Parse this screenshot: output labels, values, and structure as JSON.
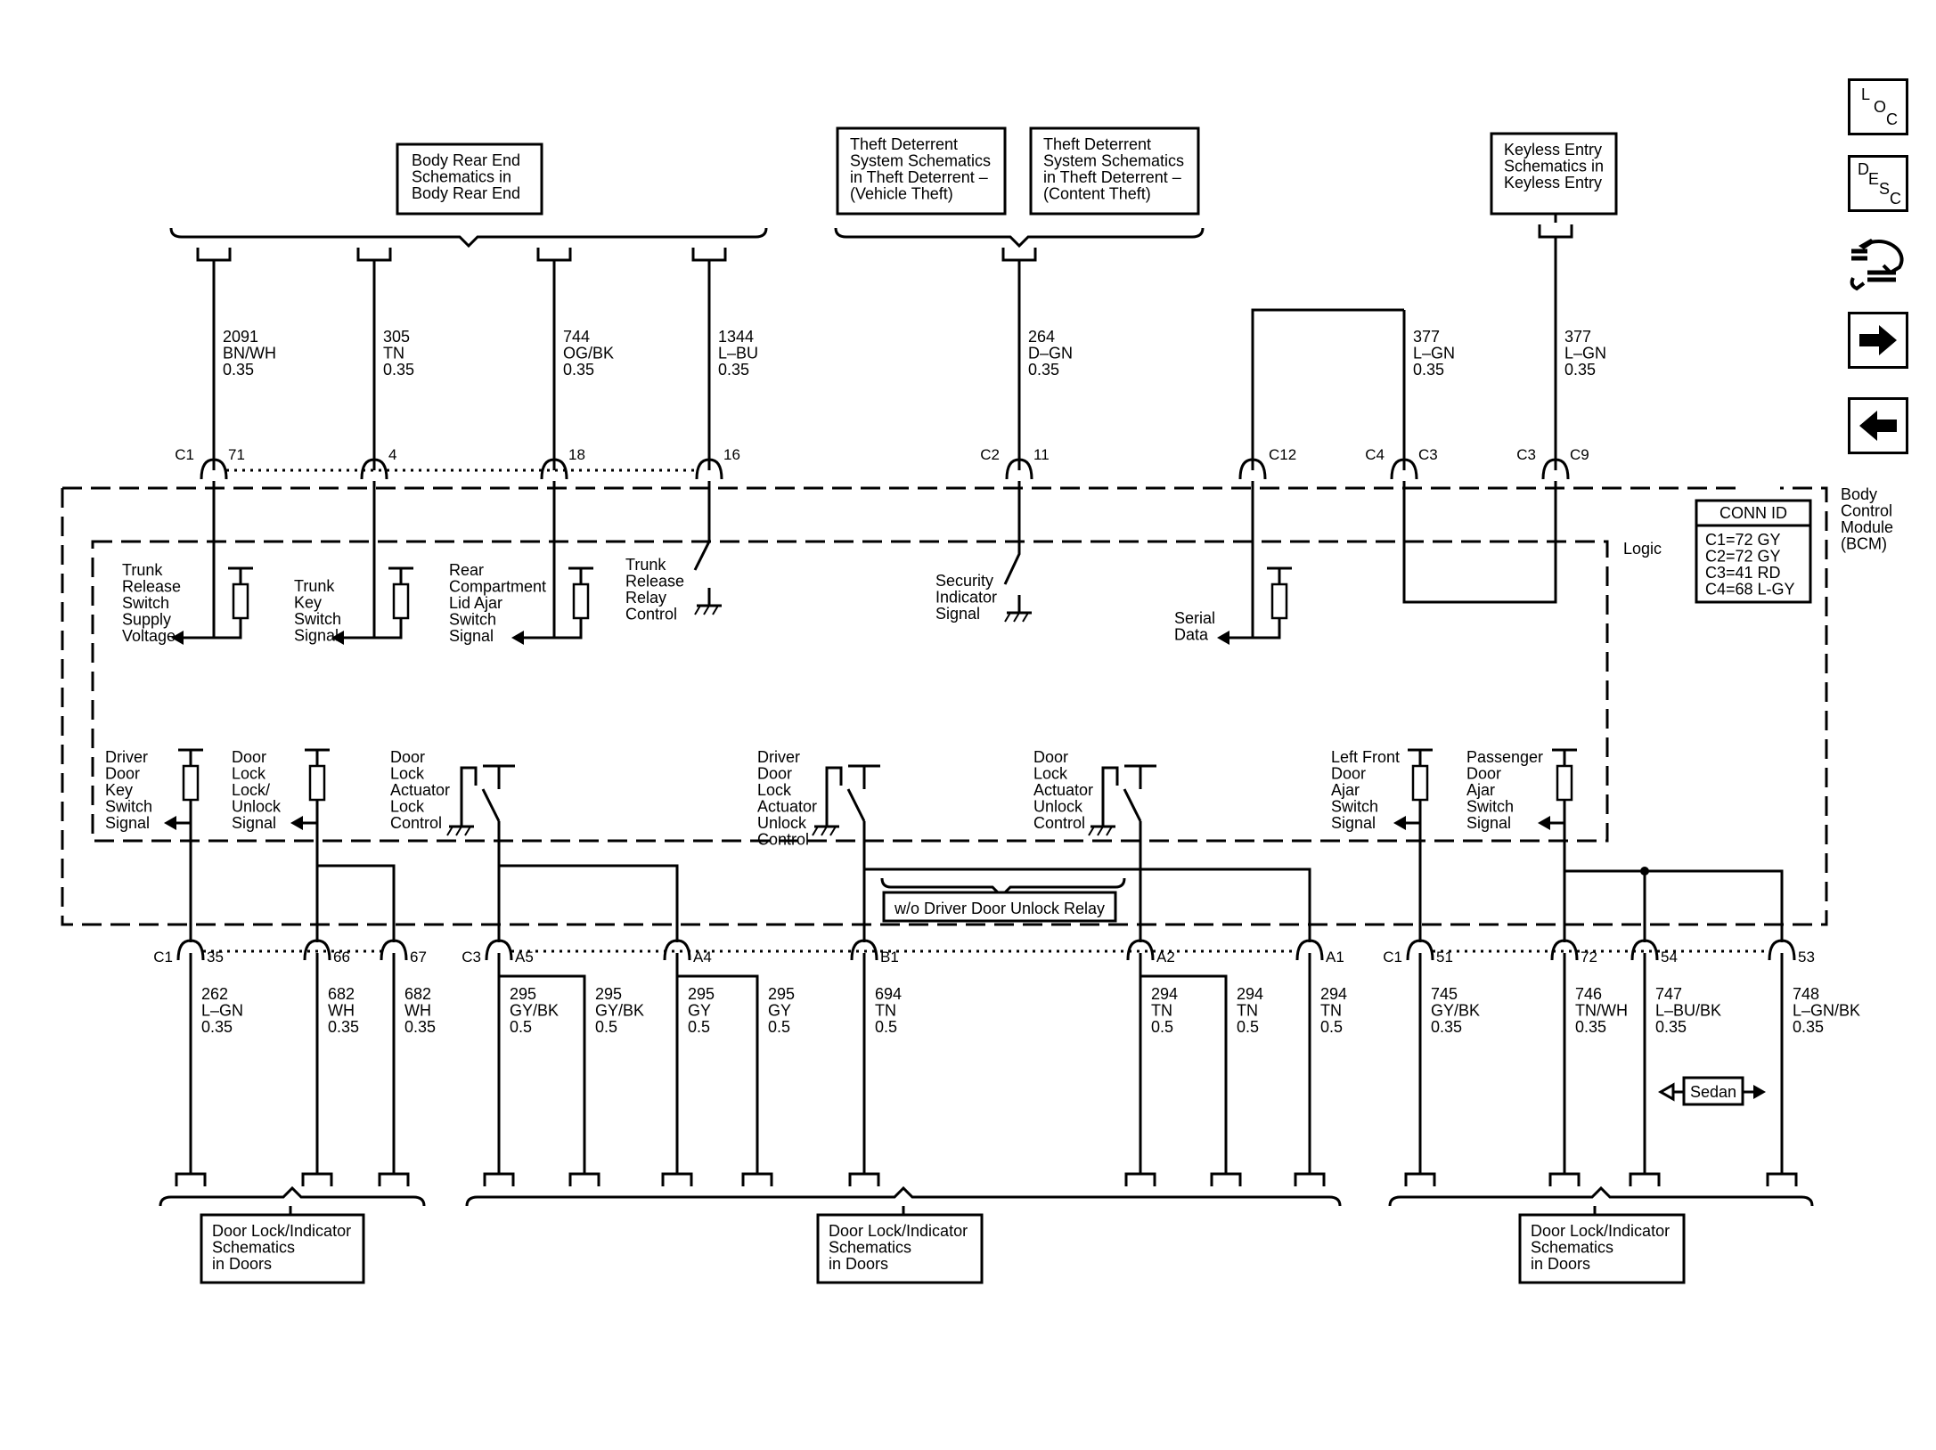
{
  "module": {
    "name": [
      "Body",
      "Control",
      "Module",
      "(BCM)"
    ],
    "logic_label": "Logic",
    "conn_id": {
      "title": "CONN ID",
      "lines": [
        "C1=72 GY",
        "C2=72 GY",
        "C3=41 RD",
        "C4=68 L-GY"
      ]
    }
  },
  "top_refs": [
    {
      "lines": [
        "Body Rear End",
        "Schematics in",
        "Body Rear End"
      ]
    },
    {
      "lines": [
        "Theft Deterrent",
        "System Schematics",
        "in Theft Deterrent –",
        "(Vehicle Theft)"
      ]
    },
    {
      "lines": [
        "Theft Deterrent",
        "System Schematics",
        "in Theft Deterrent –",
        "(Content Theft)"
      ]
    },
    {
      "lines": [
        "Keyless Entry",
        "Schematics in",
        "Keyless Entry"
      ]
    }
  ],
  "top_wires": [
    {
      "lines": [
        "2091",
        "BN/WH",
        "0.35"
      ],
      "conn": "C1",
      "pin": "71"
    },
    {
      "lines": [
        "305",
        "TN",
        "0.35"
      ],
      "conn": "",
      "pin": "4"
    },
    {
      "lines": [
        "744",
        "OG/BK",
        "0.35"
      ],
      "conn": "",
      "pin": "18"
    },
    {
      "lines": [
        "1344",
        "L–BU",
        "0.35"
      ],
      "conn": "",
      "pin": "16"
    },
    {
      "lines": [
        "264",
        "D–GN",
        "0.35"
      ],
      "conn": "C2",
      "pin": "11"
    },
    {
      "lines": [
        "377",
        "L–GN",
        "0.35"
      ],
      "conn": "C4",
      "pin": "C3"
    },
    {
      "lines": [
        "377",
        "L–GN",
        "0.35"
      ],
      "conn": "C3",
      "pin": "C9"
    }
  ],
  "c12_pin": "C12",
  "top_signals": [
    {
      "lines": [
        "Trunk",
        "Release",
        "Switch",
        "Supply",
        "Voltage"
      ]
    },
    {
      "lines": [
        "Trunk",
        "Key",
        "Switch",
        "Signal"
      ]
    },
    {
      "lines": [
        "Rear",
        "Compartment",
        "Lid Ajar",
        "Switch",
        "Signal"
      ]
    },
    {
      "lines": [
        "Trunk",
        "Release",
        "Relay",
        "Control"
      ]
    },
    {
      "lines": [
        "Security",
        "Indicator",
        "Signal"
      ]
    },
    {
      "lines": [
        "Serial",
        "Data"
      ]
    }
  ],
  "bottom_signals": [
    {
      "lines": [
        "Driver",
        "Door",
        "Key",
        "Switch",
        "Signal"
      ]
    },
    {
      "lines": [
        "Door",
        "Lock",
        "Lock/",
        "Unlock",
        "Signal"
      ]
    },
    {
      "lines": [
        "Door",
        "Lock",
        "Actuator",
        "Lock",
        "Control"
      ]
    },
    {
      "lines": [
        "Driver",
        "Door",
        "Lock",
        "Actuator",
        "Unlock",
        "Control"
      ]
    },
    {
      "lines": [
        "Door",
        "Lock",
        "Actuator",
        "Unlock",
        "Control"
      ]
    },
    {
      "lines": [
        "Left Front",
        "Door",
        "Ajar",
        "Switch",
        "Signal"
      ]
    },
    {
      "lines": [
        "Passenger",
        "Door",
        "Ajar",
        "Switch",
        "Signal"
      ]
    }
  ],
  "option_label": "w/o Driver Door Unlock Relay",
  "sedan_label": "Sedan",
  "bottom_conn": {
    "c1_left": "C1",
    "c3": "C3",
    "c1_right": "C1"
  },
  "bottom_wires": [
    {
      "pin": "35",
      "lines": [
        "262",
        "L–GN",
        "0.35"
      ]
    },
    {
      "pin": "66",
      "lines": [
        "682",
        "WH",
        "0.35"
      ]
    },
    {
      "pin": "67",
      "lines": [
        "682",
        "WH",
        "0.35"
      ]
    },
    {
      "pin": "A5",
      "lines": [
        "295",
        "GY/BK",
        "0.5"
      ]
    },
    {
      "pin": "",
      "lines": [
        "295",
        "GY/BK",
        "0.5"
      ]
    },
    {
      "pin": "A4",
      "lines": [
        "295",
        "GY",
        "0.5"
      ]
    },
    {
      "pin": "",
      "lines": [
        "295",
        "GY",
        "0.5"
      ]
    },
    {
      "pin": "B1",
      "lines": [
        "694",
        "TN",
        "0.5"
      ]
    },
    {
      "pin": "A2",
      "lines": [
        "294",
        "TN",
        "0.5"
      ]
    },
    {
      "pin": "",
      "lines": [
        "294",
        "TN",
        "0.5"
      ]
    },
    {
      "pin": "A1",
      "lines": [
        "294",
        "TN",
        "0.5"
      ]
    },
    {
      "pin": "51",
      "lines": [
        "745",
        "GY/BK",
        "0.35"
      ]
    },
    {
      "pin": "72",
      "lines": [
        "746",
        "TN/WH",
        "0.35"
      ]
    },
    {
      "pin": "54",
      "lines": [
        "747",
        "L–BU/BK",
        "0.35"
      ]
    },
    {
      "pin": "53",
      "lines": [
        "748",
        "L–GN/BK",
        "0.35"
      ]
    }
  ],
  "bottom_refs": [
    {
      "lines": [
        "Door Lock/Indicator",
        "Schematics",
        "in Doors"
      ]
    },
    {
      "lines": [
        "Door Lock/Indicator",
        "Schematics",
        "in Doors"
      ]
    },
    {
      "lines": [
        "Door Lock/Indicator",
        "Schematics",
        "in Doors"
      ]
    }
  ],
  "nav": {
    "loc": [
      "L",
      "O",
      "C"
    ],
    "desc": [
      "D",
      "E",
      "S",
      "C"
    ],
    "icons": [
      "connector-tool-icon",
      "forward-arrow-icon",
      "back-arrow-icon"
    ]
  }
}
